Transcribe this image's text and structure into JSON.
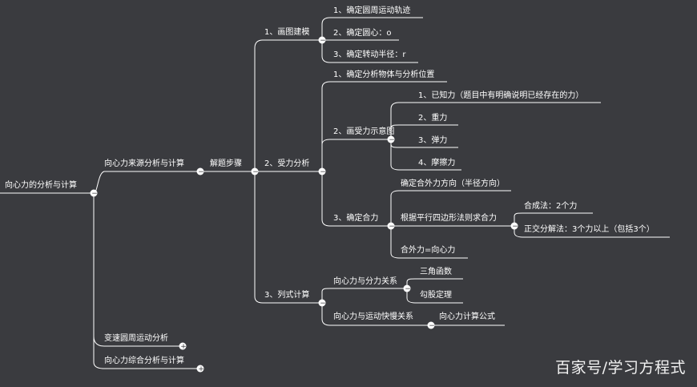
{
  "root": "向心力的分析与计算",
  "level1": {
    "source": "向心力来源分析与计算",
    "variable": "变速圆周运动分析",
    "comprehensive": "向心力综合分析与计算"
  },
  "solve": {
    "label": "解题步骤",
    "step1": {
      "label": "1、画图建模",
      "items": [
        "1、确定圆周运动轨迹",
        "2、确定圆心：o",
        "3、确定转动半径：r"
      ]
    },
    "step2": {
      "label": "2、受力分析",
      "object": "1、确定分析物体与分析位置",
      "diagram": {
        "label": "2、画受力示意图",
        "items": [
          "1、已知力（题目中有明确说明已经存在的力）",
          "2、重力",
          "3、弹力",
          "4、摩擦力"
        ]
      },
      "resultant": {
        "label": "3、确定合力",
        "direction": "确定合外力方向（半径方向）",
        "parallelogram": {
          "label": "根据平行四边形法则求合力",
          "items": [
            "合成法：2个力",
            "正交分解法：3个力以上（包括3个）"
          ]
        },
        "equal": "合外力=向心力"
      }
    },
    "step3": {
      "label": "3、列式计算",
      "component": {
        "label": "向心力与分力关系",
        "items": [
          "三角函数",
          "勾股定理"
        ]
      },
      "motion": {
        "label": "向心力与运动快慢关系",
        "formula": "向心力计算公式"
      }
    }
  },
  "watermark": "百家号/学习方程式"
}
